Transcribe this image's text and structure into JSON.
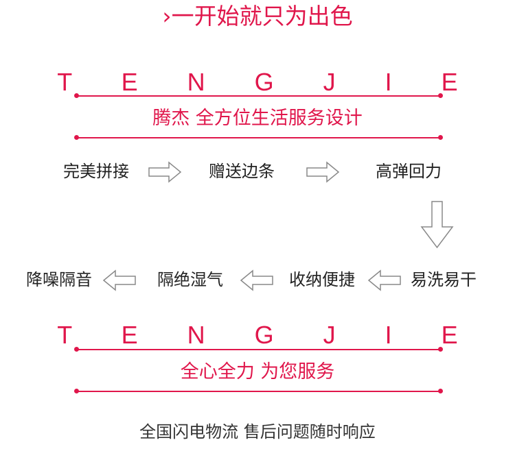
{
  "header": {
    "headline": "›一开始就只为出色"
  },
  "section1": {
    "brand": "T E N G J I E",
    "slogan": "腾杰  全方位生活服务设计"
  },
  "steps": {
    "row1": [
      "完美拼接",
      "赠送边条",
      "高弹回力"
    ],
    "row2": [
      "降噪隔音",
      "隔绝湿气",
      "收纳便捷",
      "易洗易干"
    ]
  },
  "section2": {
    "brand": "T E N G J I E",
    "slogan": "全心全力   为您服务"
  },
  "footer": {
    "text": "全国闪电物流   售后问题随时响应"
  },
  "colors": {
    "accent": "#e0164b",
    "text": "#222222",
    "arrow": "#888888"
  },
  "icons": {
    "flow_arrow": "outline-arrow-icon"
  }
}
